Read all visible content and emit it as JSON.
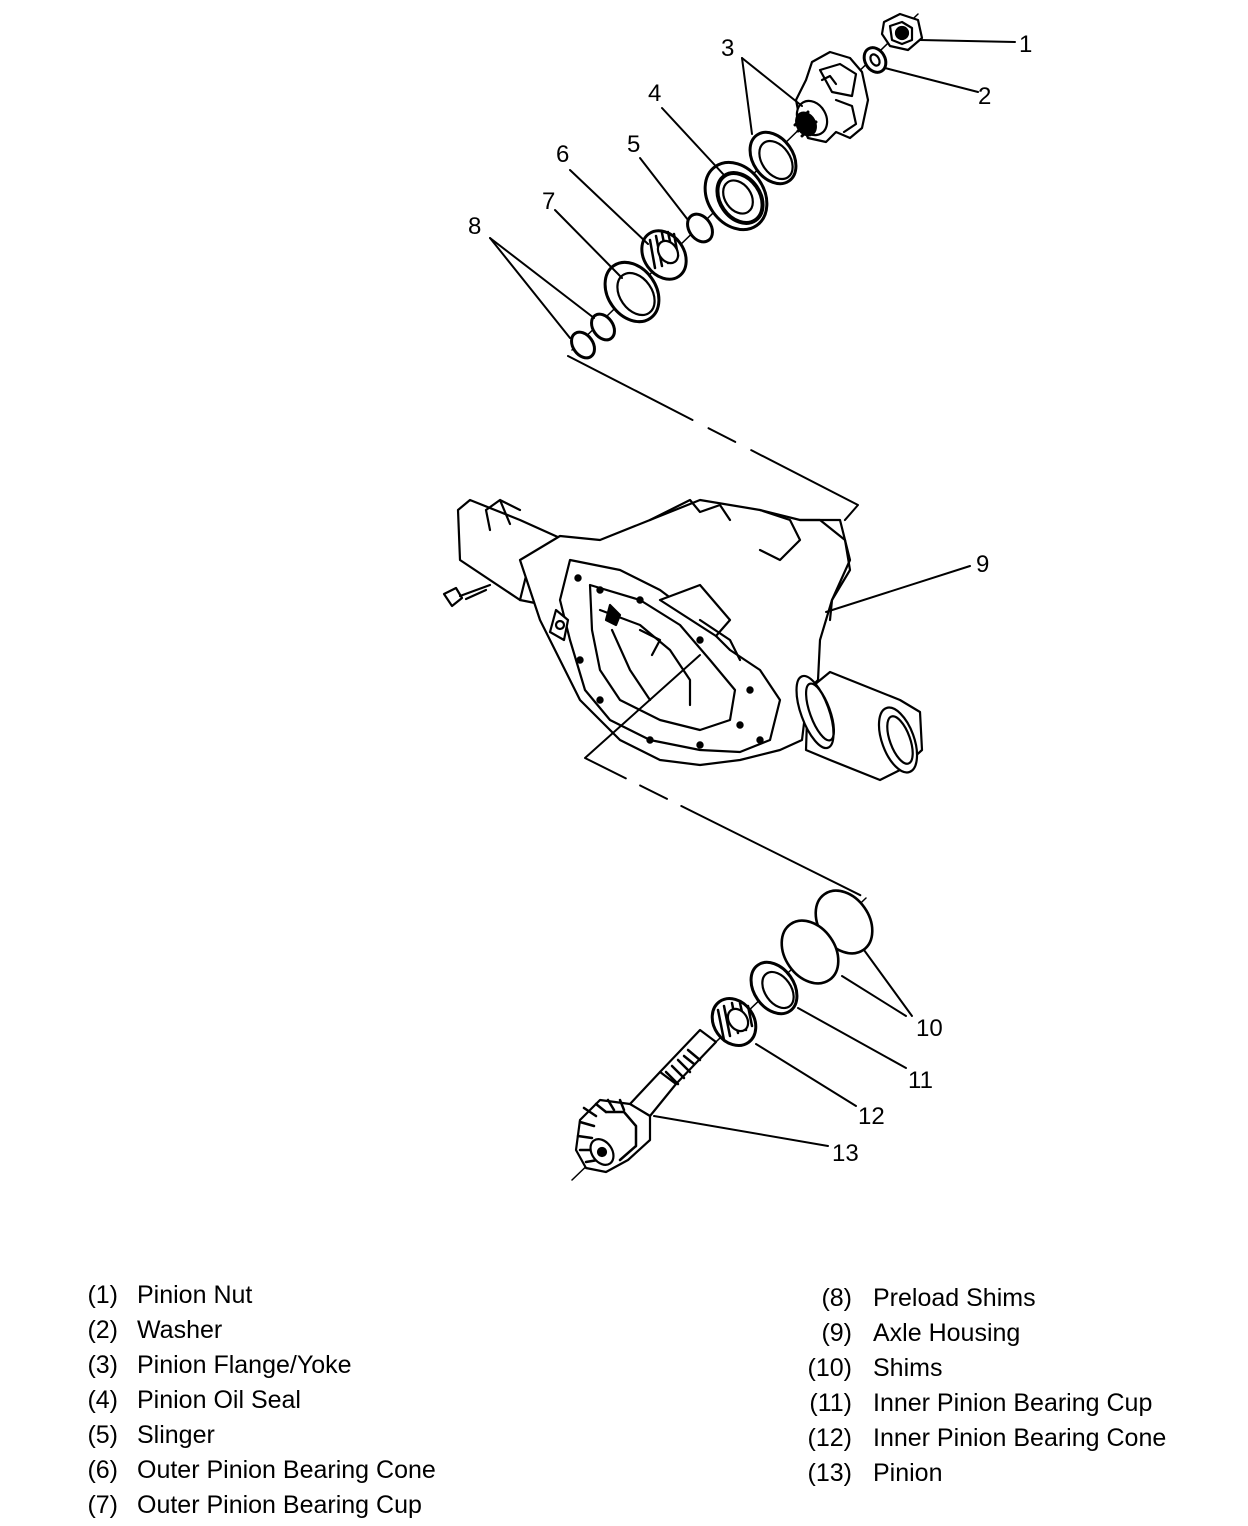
{
  "callouts": [
    "1",
    "2",
    "3",
    "4",
    "5",
    "6",
    "7",
    "8",
    "9",
    "10",
    "11",
    "12",
    "13"
  ],
  "legend_left": [
    {
      "num": "(1)",
      "label": "Pinion Nut"
    },
    {
      "num": "(2)",
      "label": "Washer"
    },
    {
      "num": "(3)",
      "label": "Pinion Flange/Yoke"
    },
    {
      "num": "(4)",
      "label": "Pinion Oil Seal"
    },
    {
      "num": "(5)",
      "label": "Slinger"
    },
    {
      "num": "(6)",
      "label": "Outer Pinion Bearing Cone"
    },
    {
      "num": "(7)",
      "label": "Outer Pinion Bearing Cup"
    }
  ],
  "legend_right": [
    {
      "num": "(8)",
      "label": "Preload Shims"
    },
    {
      "num": "(9)",
      "label": "Axle Housing"
    },
    {
      "num": "(10)",
      "label": "Shims"
    },
    {
      "num": "(11)",
      "label": "Inner Pinion Bearing Cup"
    },
    {
      "num": "(12)",
      "label": "Inner Pinion Bearing Cone"
    },
    {
      "num": "(13)",
      "label": "Pinion"
    }
  ]
}
